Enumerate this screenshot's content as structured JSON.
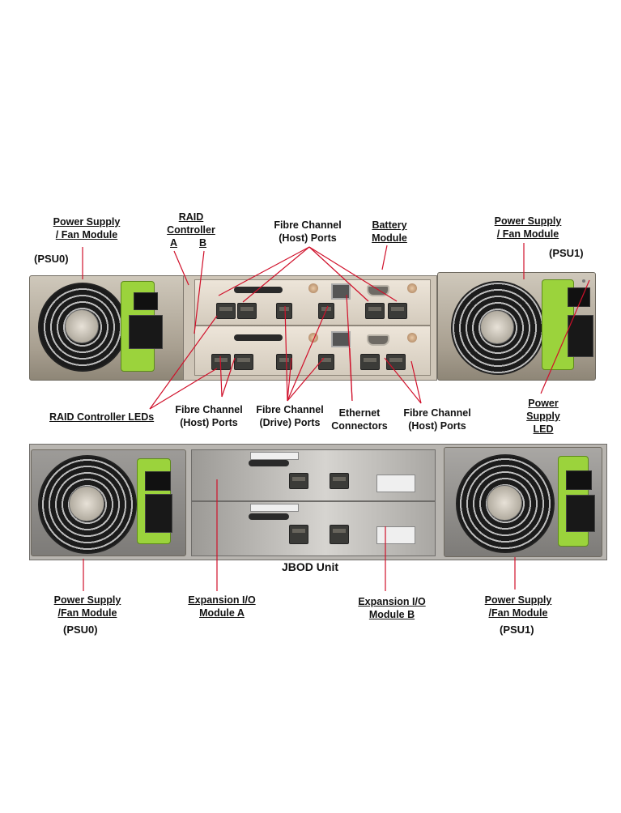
{
  "controller_unit": {
    "top_labels": {
      "psu0": {
        "line1": "Power Supply",
        "line2": "/ Fan Module",
        "id": "(PSU0)"
      },
      "raid_controller": {
        "line1": "RAID",
        "line2": "Controller",
        "a": "A",
        "b": "B"
      },
      "fc_host_ports_top": {
        "line1": "Fibre Channel",
        "line2": "(Host) Ports"
      },
      "battery_module": {
        "line1": "Battery",
        "line2": "Module"
      },
      "psu1": {
        "line1": "Power Supply",
        "line2": "/ Fan Module",
        "id": "(PSU1)"
      }
    },
    "bottom_labels": {
      "raid_controller_leds": "RAID Controller LEDs",
      "fc_host_ports_left": {
        "line1": "Fibre Channel",
        "line2": "(Host) Ports"
      },
      "fc_drive_ports": {
        "line1": "Fibre Channel",
        "line2": "(Drive) Ports"
      },
      "ethernet_connectors": {
        "line1": "Ethernet",
        "line2": "Connectors"
      },
      "fc_host_ports_right": {
        "line1": "Fibre Channel",
        "line2": "(Host) Ports"
      },
      "power_supply_led": {
        "line1": "Power",
        "line2": "Supply",
        "line3": "LED"
      }
    }
  },
  "jbod_unit": {
    "title": "JBOD Unit",
    "labels": {
      "psu0": {
        "line1": "Power Supply",
        "line2": "/Fan Module",
        "id": "(PSU0)"
      },
      "expansion_a": {
        "line1": "Expansion I/O",
        "line2": "Module A"
      },
      "expansion_b": {
        "line1": "Expansion I/O",
        "line2": "Module B"
      },
      "psu1": {
        "line1": "Power Supply",
        "line2": "/Fan Module",
        "id": "(PSU1)"
      }
    }
  },
  "colors": {
    "leader_line": "#d0102a",
    "handle_green": "#9bd33c",
    "text": "#111111"
  }
}
